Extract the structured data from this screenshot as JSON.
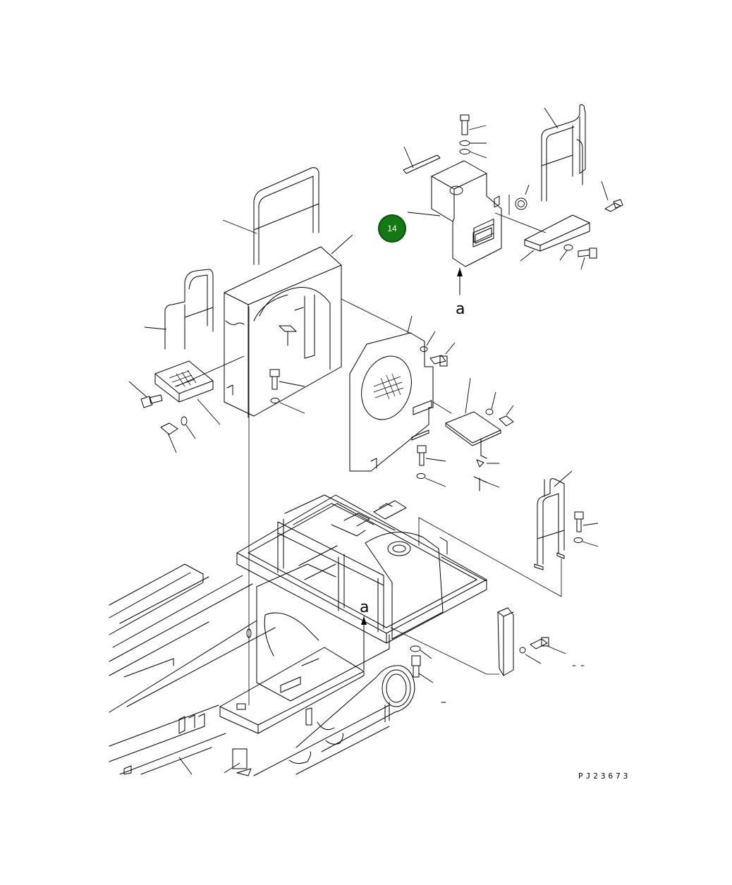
{
  "drawing": {
    "code": "PJ23673",
    "callout": {
      "number": "14",
      "color": "#137a13"
    },
    "view_letters": [
      "a",
      "a"
    ]
  },
  "icons": {
    "callout": "callout-badge-icon"
  }
}
